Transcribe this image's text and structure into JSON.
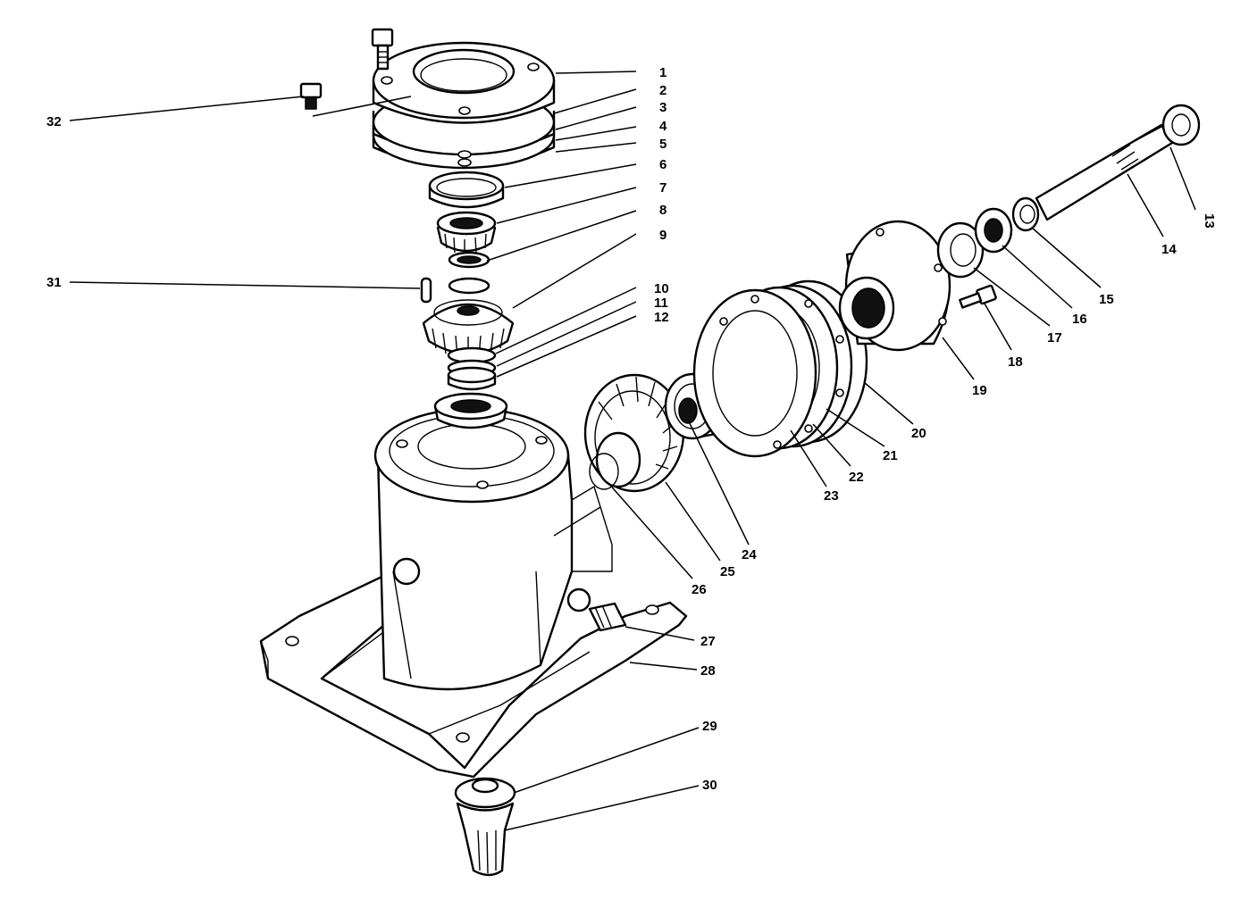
{
  "callouts": {
    "n1": "1",
    "n2": "2",
    "n3": "3",
    "n4": "4",
    "n5": "5",
    "n6": "6",
    "n7": "7",
    "n8": "8",
    "n9": "9",
    "n10": "10",
    "n11": "11",
    "n12": "12",
    "n13": "13",
    "n14": "14",
    "n15": "15",
    "n16": "16",
    "n17": "17",
    "n18": "18",
    "n19": "19",
    "n20": "20",
    "n21": "21",
    "n22": "22",
    "n23": "23",
    "n24": "24",
    "n25": "25",
    "n26": "26",
    "n27": "27",
    "n28": "28",
    "n29": "29",
    "n30": "30",
    "n31": "31",
    "n32": "32"
  },
  "colors": {
    "ink": "#000000",
    "paper": "#ffffff"
  }
}
